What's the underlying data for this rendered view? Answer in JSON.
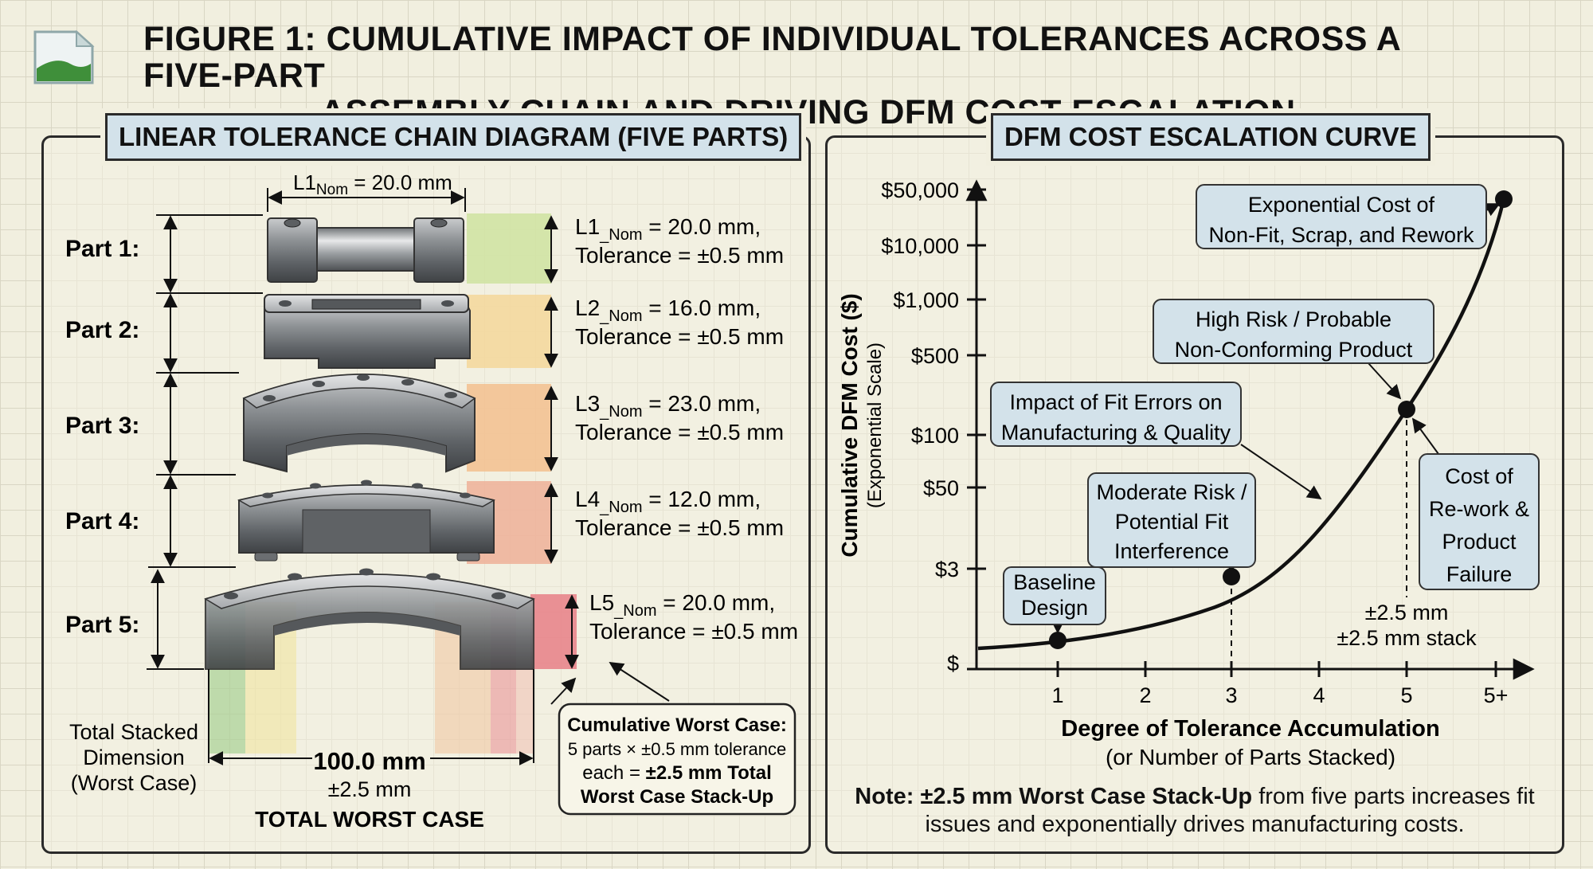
{
  "figure_title": {
    "line1": "FIGURE 1:  CUMULATIVE IMPACT OF INDIVIDUAL TOLERANCES ACROSS A FIVE-PART",
    "line2": "ASSEMBLY CHAIN AND DRIVING DFM COST ESCALATION"
  },
  "left_panel": {
    "heading": "LINEAR TOLERANCE CHAIN DIAGRAM (FIVE PARTS)",
    "top_dim": {
      "main": "L1",
      "sub": "Nom",
      "value": " = 20.0 mm"
    },
    "parts": [
      {
        "label": "Part 1:",
        "spec_name": "L1",
        "spec_sub": "_Nom",
        "spec_value": " = 20.0 mm,",
        "tolerance": "Tolerance = ±0.5 mm",
        "color": "#cfe3a0"
      },
      {
        "label": "Part 2:",
        "spec_name": "L2",
        "spec_sub": "_Nom",
        "spec_value": " = 16.0 mm,",
        "tolerance": "Tolerance = ±0.5 mm",
        "color": "#f4d79a"
      },
      {
        "label": "Part 3:",
        "spec_name": "L3",
        "spec_sub": "_Nom",
        "spec_value": " = 23.0 mm,",
        "tolerance": "Tolerance = ±0.5 mm",
        "color": "#f3c08e"
      },
      {
        "label": "Part 4:",
        "spec_name": "L4",
        "spec_sub": "_Nom",
        "spec_value": " = 12.0 mm,",
        "tolerance": "Tolerance = ±0.5 mm",
        "color": "#eeb098"
      },
      {
        "label": "Part 5:",
        "spec_name": "L5",
        "spec_sub": "_Nom",
        "spec_value": " = 20.0 mm,",
        "tolerance": "Tolerance = ±0.5 mm",
        "color": "#e77f86"
      }
    ],
    "stack": {
      "label_lines": [
        "Total Stacked",
        "Dimension",
        "(Worst Case)"
      ],
      "value": "100.0 mm",
      "tolerance": "±2.5 mm",
      "caption": "TOTAL WORST CASE"
    },
    "worst_case_box": {
      "title": "Cumulative Worst Case:",
      "line2": "5 parts × ±0.5 mm tolerance",
      "line3_plain": "each = ",
      "line3_bold": "±2.5 mm Total",
      "line4": "Worst Case Stack-Up"
    }
  },
  "right_panel": {
    "heading": "DFM COST ESCALATION CURVE",
    "chart_data": {
      "type": "line",
      "y_scale": "exponential",
      "x_ticks": [
        "1",
        "2",
        "3",
        "4",
        "5",
        "5+"
      ],
      "y_ticks": [
        "$",
        "$3",
        "$50",
        "$100",
        "$500",
        "$1,000",
        "$10,000",
        "$50,000"
      ],
      "xlabel": "Degree of Tolerance Accumulation",
      "xlabel_sub": "(or Number of Parts Stacked)",
      "ylabel": "Cumulative DFM Cost ($)",
      "ylabel_sub": "(Exponential Scale)",
      "marked_points": [
        {
          "x": "1",
          "y_approx": "$"
        },
        {
          "x": "3",
          "y_approx": "$3"
        },
        {
          "x": "5",
          "y_approx": "$100"
        },
        {
          "x": "5+",
          "y_approx": "$50,000"
        }
      ],
      "annotations": {
        "baseline": [
          "Baseline",
          "Design"
        ],
        "moderate": [
          "Moderate Risk /",
          "Potential Fit",
          "Interference"
        ],
        "impact": [
          "Impact of Fit Errors on",
          "Manufacturing & Quality"
        ],
        "high_risk": [
          "High Risk / Probable",
          "Non-Conforming Product"
        ],
        "exponential": [
          "Exponential Cost of",
          "Non-Fit, Scrap, and Rework"
        ],
        "rework": [
          "Cost of",
          "Re-work &",
          "Product",
          "Failure"
        ],
        "stack_label": [
          "±2.5 mm",
          "±2.5 mm stack"
        ]
      }
    },
    "note": {
      "prefix": "Note: ±2.5 mm Worst Case Stack-Up",
      "rest_line1": " from five parts increases fit",
      "line2": "issues and exponentially drives manufacturing costs."
    }
  },
  "colors": {
    "background": "#f1efdf",
    "heading_fill": "#d3e2ea",
    "callout_fill": "#d3e2ea",
    "ink": "#111111"
  }
}
